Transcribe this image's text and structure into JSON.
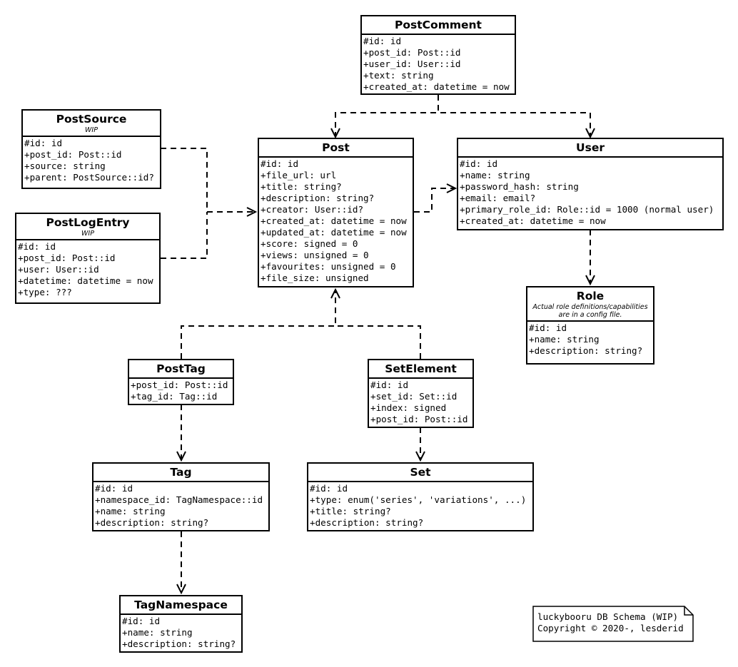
{
  "entities": {
    "post_comment": {
      "title": "PostComment",
      "fields": [
        "#id: id",
        "+post_id: Post::id",
        "+user_id: User::id",
        "+text: string",
        "+created_at: datetime = now"
      ]
    },
    "post_source": {
      "title": "PostSource",
      "subtitle": "WIP",
      "fields": [
        "#id: id",
        "+post_id: Post::id",
        "+source: string",
        "+parent: PostSource::id?"
      ]
    },
    "post_log_entry": {
      "title": "PostLogEntry",
      "subtitle": "WIP",
      "fields": [
        "#id: id",
        "+post_id: Post::id",
        "+user: User::id",
        "+datetime: datetime = now",
        "+type: ???"
      ]
    },
    "post": {
      "title": "Post",
      "fields": [
        "#id: id",
        "+file_url: url",
        "+title: string?",
        "+description: string?",
        "+creator: User::id?",
        "+created_at: datetime = now",
        "+updated_at: datetime = now",
        "+score: signed = 0",
        "+views: unsigned = 0",
        "+favourites: unsigned = 0",
        "+file_size: unsigned"
      ]
    },
    "user": {
      "title": "User",
      "fields": [
        "#id: id",
        "+name: string",
        "+password_hash: string",
        "+email: email?",
        "+primary_role_id: Role::id = 1000 (normal user)",
        "+created_at: datetime = now"
      ]
    },
    "role": {
      "title": "Role",
      "subtitle_lines": [
        "Actual role definitions/capabilities",
        "are in a config file."
      ],
      "fields": [
        "#id: id",
        "+name: string",
        "+description: string?"
      ]
    },
    "post_tag": {
      "title": "PostTag",
      "fields": [
        "+post_id: Post::id",
        "+tag_id: Tag::id"
      ]
    },
    "set_element": {
      "title": "SetElement",
      "fields": [
        "#id: id",
        "+set_id: Set::id",
        "+index: signed",
        "+post_id: Post::id"
      ]
    },
    "tag": {
      "title": "Tag",
      "fields": [
        "#id: id",
        "+namespace_id: TagNamespace::id",
        "+name: string",
        "+description: string?"
      ]
    },
    "set": {
      "title": "Set",
      "fields": [
        "#id: id",
        "+type: enum('series', 'variations', ...)",
        "+title: string?",
        "+description: string?"
      ]
    },
    "tag_namespace": {
      "title": "TagNamespace",
      "fields": [
        "#id: id",
        "+name: string",
        "+description: string?"
      ]
    }
  },
  "note": {
    "lines": [
      "luckybooru DB Schema (WIP)",
      "Copyright © 2020-, lesderid"
    ]
  },
  "relations": [
    {
      "from": "post_comment",
      "to": "post"
    },
    {
      "from": "post_comment",
      "to": "user"
    },
    {
      "from": "post_source",
      "to": "post"
    },
    {
      "from": "post_log_entry",
      "to": "post"
    },
    {
      "from": "post",
      "to": "user"
    },
    {
      "from": "user",
      "to": "role"
    },
    {
      "from": "post_tag",
      "to": "post"
    },
    {
      "from": "set_element",
      "to": "post"
    },
    {
      "from": "post_tag",
      "to": "tag"
    },
    {
      "from": "set_element",
      "to": "set"
    },
    {
      "from": "tag",
      "to": "tag_namespace"
    }
  ]
}
